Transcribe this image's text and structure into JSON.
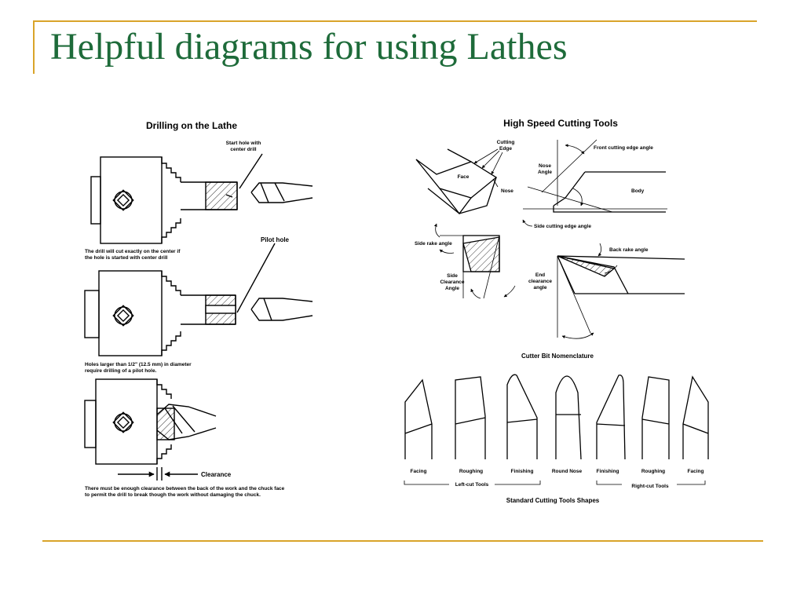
{
  "slide": {
    "title": "Helpful diagrams for using Lathes",
    "accent_color": "#d9a42a",
    "title_color": "#1e6b3a"
  },
  "drilling": {
    "heading": "Drilling on the Lathe",
    "start_hole_label_1": "Start hole with",
    "start_hole_label_2": "center drill",
    "caption1_line1": "The drill will cut exactly on the center if",
    "caption1_line2": "the hole is started with center drill",
    "pilot_hole_label": "Pilot hole",
    "caption2_line1": "Holes larger than 1/2\" (12.5 mm) in diameter",
    "caption2_line2": "require drilling of a pilot hole.",
    "clearance_label": "Clearance",
    "caption3_line1": "There must be enough clearance between the back of the work and the chuck face",
    "caption3_line2": "to permit the drill to break though the work without damaging the chuck."
  },
  "cutting_tools": {
    "heading": "High Speed Cutting Tools",
    "cutting_edge_1": "Cutting",
    "cutting_edge_2": "Edge",
    "face": "Face",
    "nose": "Nose",
    "nose_angle_1": "Nose",
    "nose_angle_2": "Angle",
    "front_cutting_edge_angle": "Front cutting edge angle",
    "body": "Body",
    "side_cutting_edge_angle": "Side cutting edge angle",
    "side_rake_angle": "Side rake angle",
    "side_clearance_1": "Side",
    "side_clearance_2": "Clearance",
    "side_clearance_3": "Angle",
    "back_rake_angle": "Back rake angle",
    "end_clearance_1": "End",
    "end_clearance_2": "clearance",
    "end_clearance_3": "angle"
  },
  "nomenclature": {
    "heading": "Cutter Bit Nomenclature",
    "shapes": [
      "Facing",
      "Roughing",
      "Finishing",
      "Round Nose",
      "Finishing",
      "Roughing",
      "Facing"
    ],
    "left_group": "Left-cut Tools",
    "right_group": "Right-cut Tools",
    "footer": "Standard Cutting Tools Shapes"
  }
}
